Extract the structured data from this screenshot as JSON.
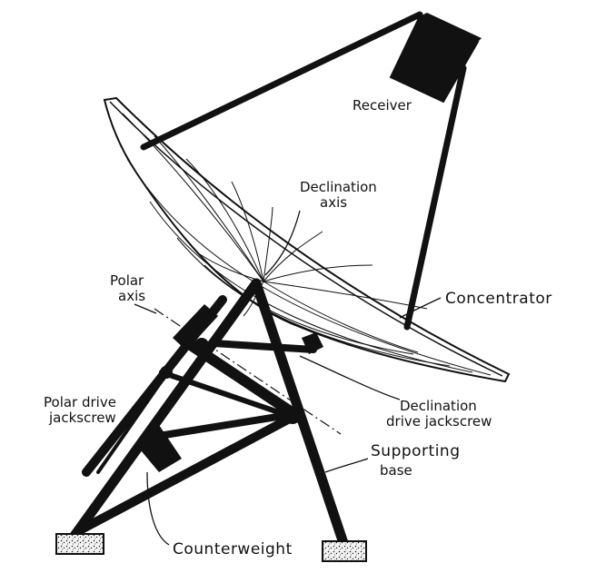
{
  "diagram": {
    "labels": {
      "receiver": "Receiver",
      "declination_axis_line1": "Declination",
      "declination_axis_line2": "axis",
      "polar_axis_line1": "Polar",
      "polar_axis_line2": "axis",
      "concentrator": "Concentrator",
      "polar_drive_line1": "Polar drive",
      "polar_drive_line2": "jackscrew",
      "declination_drive_line1": "Declination",
      "declination_drive_line2": "drive jackscrew",
      "supporting_base_line1": "Supporting",
      "supporting_base_line2": "base",
      "counterweight": "Counterweight"
    },
    "colors": {
      "ink": "#111111",
      "concrete": "#f2f2f2",
      "background": "#ffffff"
    }
  }
}
